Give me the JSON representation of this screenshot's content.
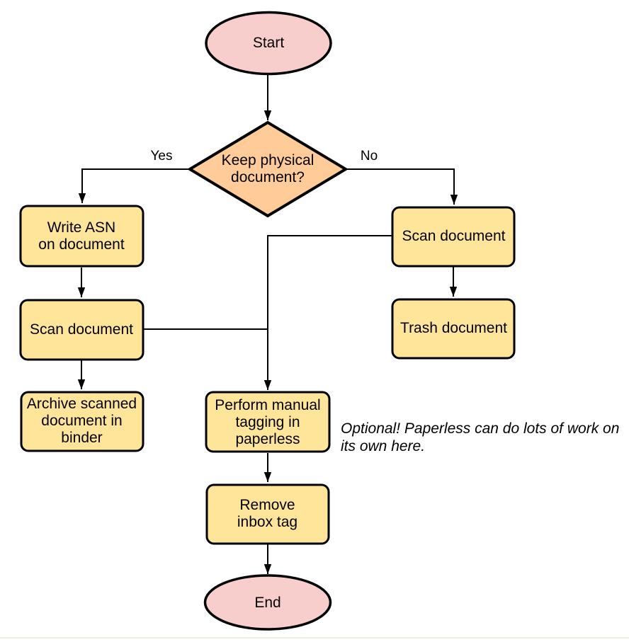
{
  "diagram": {
    "type": "flowchart",
    "nodes": {
      "start": {
        "label": "Start",
        "shape": "ellipse"
      },
      "decision": {
        "label": "Keep physical\ndocument?",
        "shape": "diamond"
      },
      "write_asn": {
        "label": "Write ASN\non document",
        "shape": "process"
      },
      "scan_left": {
        "label": "Scan document",
        "shape": "process"
      },
      "archive": {
        "label": "Archive scanned\ndocument in\nbinder",
        "shape": "process"
      },
      "scan_right": {
        "label": "Scan document",
        "shape": "process"
      },
      "trash": {
        "label": "Trash document",
        "shape": "process"
      },
      "perform_tagging": {
        "label": "Perform manual\ntagging in\npaperless",
        "shape": "process"
      },
      "remove_inbox": {
        "label": "Remove\ninbox tag",
        "shape": "process"
      },
      "end": {
        "label": "End",
        "shape": "ellipse"
      }
    },
    "edge_labels": {
      "yes": "Yes",
      "no": "No"
    },
    "annotation": "Optional! Paperless can do lots of work on\nits own here.",
    "colors": {
      "terminal_fill": "#f8cecc",
      "decision_fill": "#ffcc99",
      "process_fill": "#ffe599",
      "stroke": "#000000",
      "edge": "#000000",
      "text": "#000000",
      "background": "#ffffff",
      "bottom_rule": "#f0eddf"
    }
  }
}
